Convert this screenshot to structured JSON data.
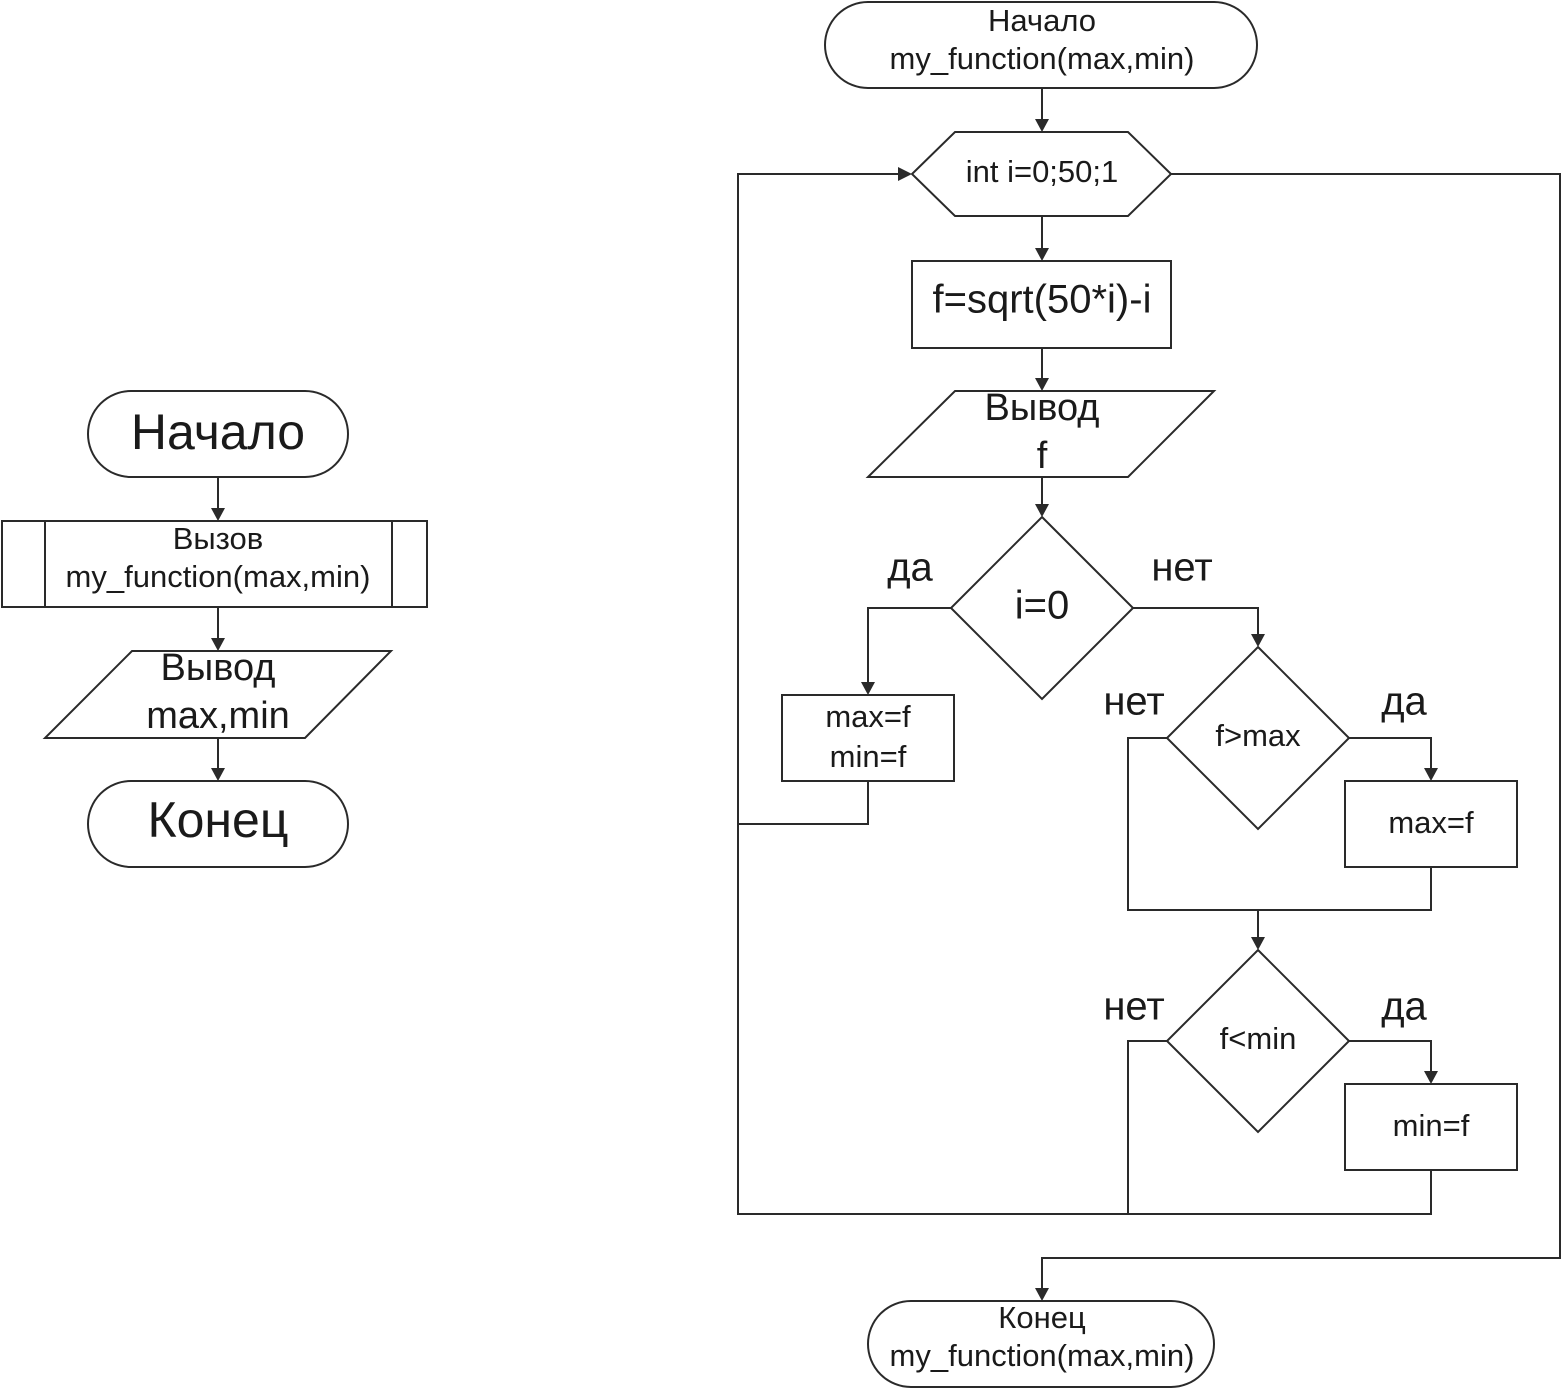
{
  "main_flow": {
    "start": "Начало",
    "call_line1": "Вызов",
    "call_line2": "my_function(max,min)",
    "output_line1": "Вывод",
    "output_line2": "max,min",
    "end": "Конец"
  },
  "function_flow": {
    "start_line1": "Начало",
    "start_line2": "my_function(max,min)",
    "loop": "int i=0;50;1",
    "compute": "f=sqrt(50*i)-i",
    "output_line1": "Вывод",
    "output_line2": "f",
    "cond_i0": "i=0",
    "cond_i0_yes": "да",
    "cond_i0_no": "нет",
    "init_line1": "max=f",
    "init_line2": "min=f",
    "cond_max": "f>max",
    "cond_max_yes": "да",
    "cond_max_no": "нет",
    "assign_max": "max=f",
    "cond_min": "f<min",
    "cond_min_yes": "да",
    "cond_min_no": "нет",
    "assign_min": "min=f",
    "end_line1": "Конец",
    "end_line2": "my_function(max,min)"
  }
}
